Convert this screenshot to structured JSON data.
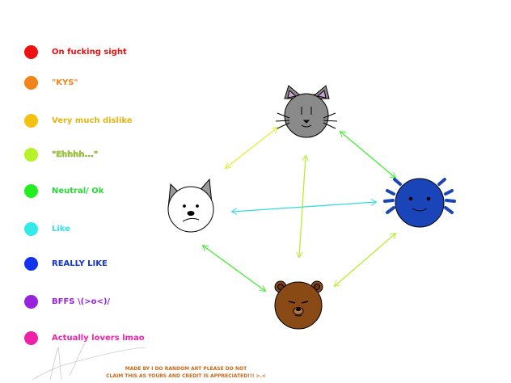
{
  "legend": [
    {
      "label": "On fucking sight",
      "color": "#ee1111",
      "text_color": "#ee1111"
    },
    {
      "label": "\"KYS\"",
      "color": "#f2851a",
      "text_color": "#f2851a"
    },
    {
      "label": "Very much dislike",
      "color": "#f2c20f",
      "text_color": "#e6b410"
    },
    {
      "label": "\"Ehhhh...\"",
      "color": "#b5f227",
      "text_color": "#a9e330"
    },
    {
      "label": "Neutral/ Ok",
      "color": "#22ee22",
      "text_color": "#22dd33"
    },
    {
      "label": "Like",
      "color": "#33eaea",
      "text_color": "#33e0e8"
    },
    {
      "label": "REALLY LIKE",
      "color": "#1133ee",
      "text_color": "#1133dd"
    },
    {
      "label": "BFFS \\(>o<)/",
      "color": "#9922dd",
      "text_color": "#9922dd"
    },
    {
      "label": "Actually lovers lmao",
      "color": "#ee22aa",
      "text_color": "#ee22aa"
    }
  ],
  "characters": {
    "cat": {
      "icon": "cat-face-icon",
      "fur": "#8a8a8a",
      "ear_inner": "#c9a3d6"
    },
    "dog": {
      "icon": "dog-face-icon",
      "fur": "#ffffff"
    },
    "axolotl": {
      "icon": "axolotl-face-icon",
      "fur": "#1a45b8"
    },
    "bear": {
      "icon": "bear-face-icon",
      "fur": "#8a4a16"
    }
  },
  "relationships": [
    {
      "name": "cat-dog",
      "color": "#e4ef2a"
    },
    {
      "name": "cat-axolotl",
      "color": "#44ee33"
    },
    {
      "name": "cat-bear",
      "color": "#b5ef2c"
    },
    {
      "name": "dog-axolotl",
      "color": "#33dcdc"
    },
    {
      "name": "dog-bear",
      "color": "#44ee33"
    },
    {
      "name": "axolotl-bear",
      "color": "#b8ef2c"
    }
  ],
  "credit": {
    "line1": "MADE BY I DO RANDOM ART PLEASE DO NOT",
    "line2": "CLAIM THIS AS YOURS AND CREDIT IS APPRECIATED!!! >.<"
  }
}
